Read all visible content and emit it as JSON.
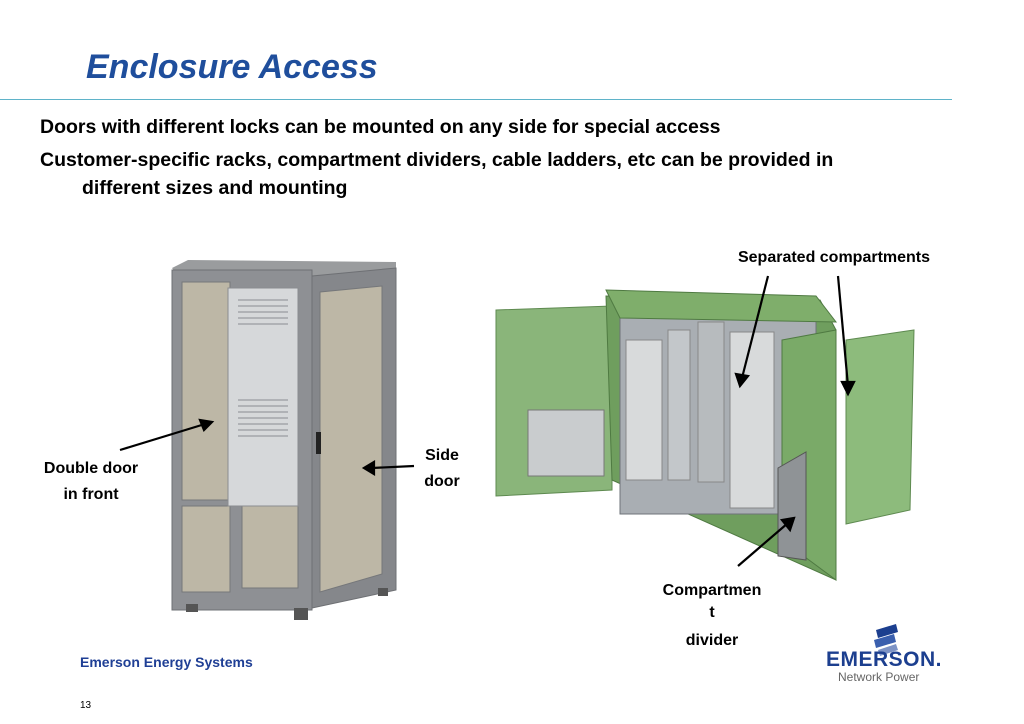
{
  "slide": {
    "title": "Enclosure Access",
    "bullets": [
      "Doors with different locks can be mounted on any side for special access",
      "Customer-specific racks, compartment dividers, cable ladders, etc can be provided in",
      "different sizes and mounting"
    ]
  },
  "labels": {
    "double_door_1": "Double door",
    "double_door_2": "in front",
    "side_1": "Side",
    "side_2": "door",
    "separated": "Separated compartments",
    "compartment_1": "Compartmen",
    "compartment_2": "t",
    "compartment_3": "divider"
  },
  "footer": {
    "company": "Emerson Energy Systems",
    "page": "13"
  },
  "logo": {
    "name": "EMERSON.",
    "tagline": "Network Power",
    "color": "#1c3f8f"
  }
}
